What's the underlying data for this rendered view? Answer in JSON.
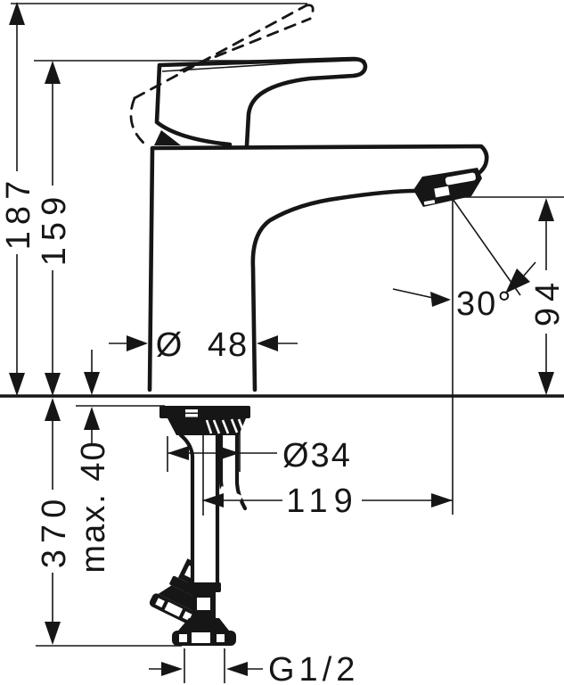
{
  "page": {
    "background": "#ffffff",
    "ink": "#161616"
  },
  "drawing": {
    "type": "technical-drawing",
    "subject": "single-lever basin mixer, side elevation with installation dimensions",
    "labels": {
      "overall_height": "187",
      "handle_height": "159",
      "outlet_height": "94",
      "spray_angle": "30°",
      "body_diameter": "Ø 48",
      "shank_diameter": "Ø34",
      "spout_reach": "119",
      "max_deck_thickness": "max. 40",
      "hose_length": "370",
      "connection_thread": "G1/2"
    }
  }
}
